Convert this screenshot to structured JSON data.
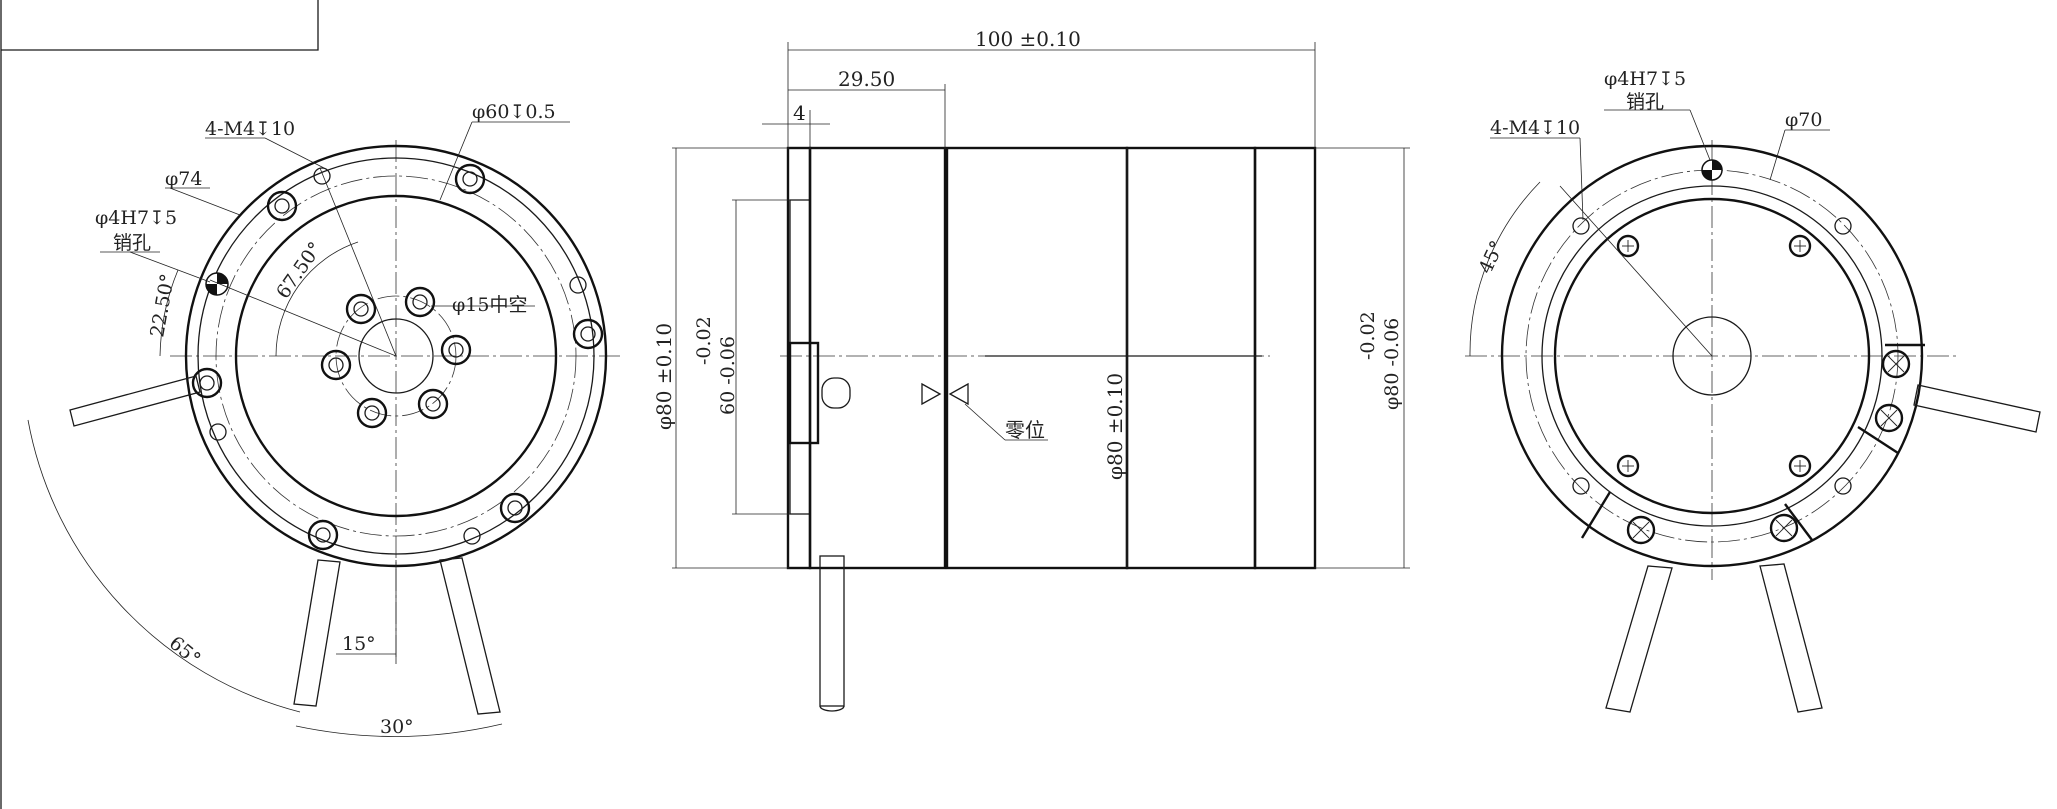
{
  "front_view": {
    "callouts": {
      "tapped_holes": "4-M4↧10",
      "pin_hole_line1": "φ4H7↧5",
      "pin_hole_line2": "销孔",
      "outer_dia": "φ74",
      "bolt_circle": "φ60↧0.5",
      "hollow_bore": "φ15中空"
    },
    "angles": {
      "a1": "67.50°",
      "a2": "22.50°",
      "a3": "15°",
      "a4": "65°",
      "a5": "30°"
    }
  },
  "side_view": {
    "dims": {
      "overall_length": "100  ±0.10",
      "flange_offset": "29.50",
      "flange_thickness": "4",
      "outer_dia": "φ80  ±0.10",
      "pilot_tol_upper": "-0.02",
      "pilot_tol_lower": "60 -0.06",
      "body_dia": "φ80  ±0.10",
      "right_tol_upper": "-0.02",
      "right_tol_lower": "φ80 -0.06"
    },
    "zero_mark": "零位"
  },
  "rear_view": {
    "callouts": {
      "pin_hole_line1": "φ4H7↧5",
      "pin_hole_line2": "销孔",
      "tapped_holes": "4-M4↧10",
      "outer_dia": "φ70",
      "angle": "45°"
    }
  }
}
